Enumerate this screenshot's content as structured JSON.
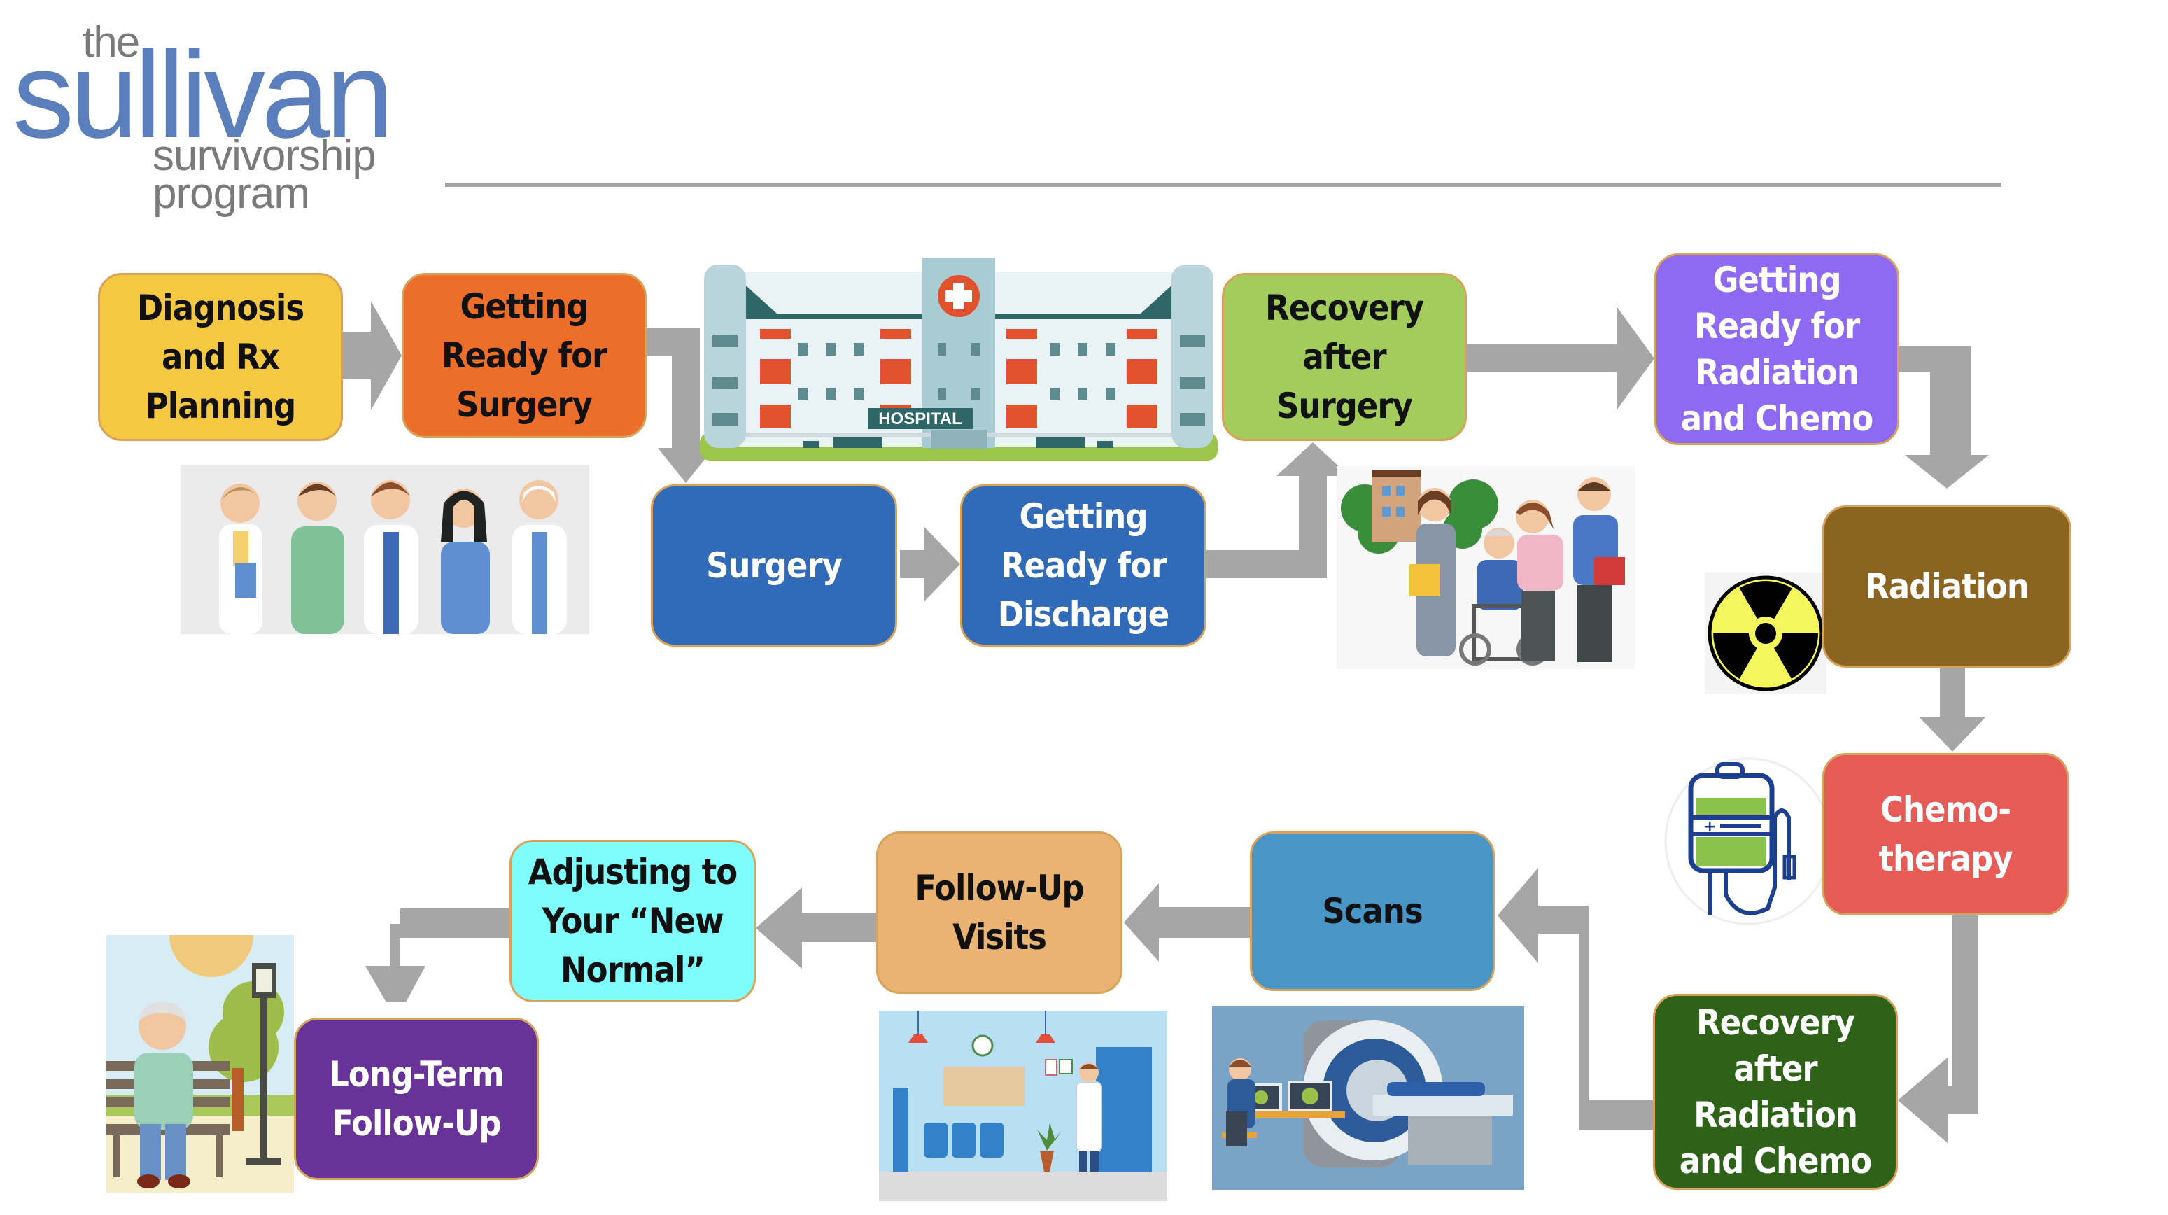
{
  "logo": {
    "line1": "the",
    "line2": "sullivan",
    "line3": "survivorship",
    "line4": "program",
    "colors": {
      "primary": "#5b7fbd",
      "secondary": "#7a7a7a"
    }
  },
  "steps": [
    {
      "id": "diagnosis",
      "label": "Diagnosis\nand Rx\nPlanning",
      "fill": "#f5c842",
      "text_color": "#111111"
    },
    {
      "id": "ready-surgery",
      "label": "Getting\nReady for\nSurgery",
      "fill": "#eb6e2b",
      "text_color": "#111111"
    },
    {
      "id": "surgery",
      "label": "Surgery",
      "fill": "#316bb8",
      "text_color": "#ffffff"
    },
    {
      "id": "ready-discharge",
      "label": "Getting\nReady for\nDischarge",
      "fill": "#316bb8",
      "text_color": "#ffffff"
    },
    {
      "id": "recovery-surgery",
      "label": "Recovery\nafter\nSurgery",
      "fill": "#a2cc5b",
      "text_color": "#111111"
    },
    {
      "id": "ready-radiation",
      "label": "Getting\nReady for\nRadiation\nand Chemo",
      "fill": "#8e69f2",
      "text_color": "#ffffff"
    },
    {
      "id": "radiation",
      "label": "Radiation",
      "fill": "#8c6421",
      "text_color": "#ffffff"
    },
    {
      "id": "chemo",
      "label": "Chemo-\ntherapy",
      "fill": "#e65b55",
      "text_color": "#ffffff"
    },
    {
      "id": "recovery-radiation",
      "label": "Recovery\nafter\nRadiation\nand Chemo",
      "fill": "#2e6218",
      "text_color": "#ffffff"
    },
    {
      "id": "scans",
      "label": "Scans",
      "fill": "#4896c8",
      "text_color": "#111111"
    },
    {
      "id": "follow-up-visits",
      "label": "Follow-Up\nVisits",
      "fill": "#e8b373",
      "text_color": "#111111"
    },
    {
      "id": "new-normal",
      "label": "Adjusting to\nYour “New\nNormal”",
      "fill": "#7ffdfc",
      "text_color": "#111111"
    },
    {
      "id": "long-term",
      "label": "Long-Term\nFollow-Up",
      "fill": "#673398",
      "text_color": "#ffffff"
    }
  ],
  "illustrations": {
    "hospital_sign": "HOSPITAL",
    "care_team": "doctors-and-nurses",
    "caregivers": "caregivers-with-wheelchair-patient",
    "radiation": "radiation-hazard-symbol",
    "iv_bag": "chemotherapy-iv-bag",
    "mri": "mri-scan",
    "waiting_room": "clinic-waiting-room",
    "park": "senior-on-park-bench"
  },
  "arrow_color": "#a6a6a6"
}
